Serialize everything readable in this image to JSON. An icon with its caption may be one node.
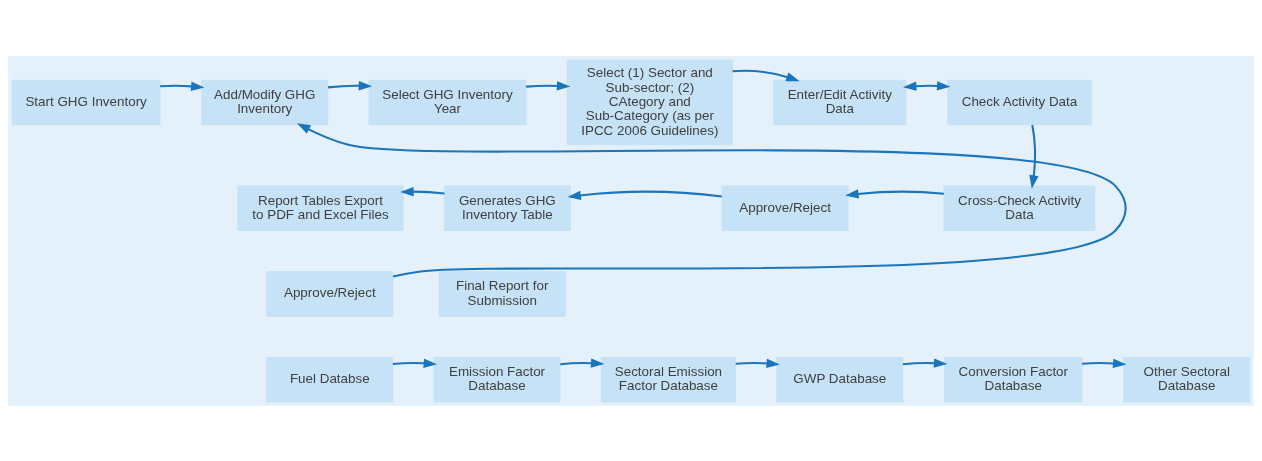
{
  "diagram": {
    "nodes": [
      {
        "text": [
          "Start GHG Inventory"
        ]
      },
      {
        "text": [
          "Add/Modify GHG Inventory"
        ]
      },
      {
        "text": [
          "Select GHG Inventory Year"
        ]
      },
      {
        "text": [
          "Select (1) Sector and Sub-sector; (2) CAtegory and Sub-Category (as per IPCC 2006 Guidelines)"
        ]
      },
      {
        "text": [
          "Enter/Edit Activity Data"
        ]
      },
      {
        "text": [
          "Check Activity Data"
        ]
      },
      {
        "text": [
          "Report Tables Export to PDF and Excel Files"
        ]
      },
      {
        "text": [
          "Generates GHG Inventory Table"
        ]
      },
      {
        "text": [
          "Approve/Reject"
        ]
      },
      {
        "text": [
          "Cross-Check Activity Data"
        ]
      },
      {
        "text": [
          "Approve/Reject"
        ]
      },
      {
        "text": [
          "Final Report for Submission"
        ]
      },
      {
        "text": [
          "Fuel Databse"
        ]
      },
      {
        "text": [
          "Emission Factor Database"
        ]
      },
      {
        "text": [
          "Sectoral Emission Factor Database"
        ]
      },
      {
        "text": [
          "GWP Database"
        ]
      },
      {
        "text": [
          "Conversion Factor Database"
        ]
      },
      {
        "text": [
          "Other Sectoral Database"
        ]
      }
    ],
    "edges": [
      {
        "from": 0,
        "to": 1,
        "arrow": "to"
      },
      {
        "from": 1,
        "to": 2,
        "arrow": "to"
      },
      {
        "from": 2,
        "to": 3,
        "arrow": "to"
      },
      {
        "from": 3,
        "to": 4,
        "arrow": "to"
      },
      {
        "from": 4,
        "to": 5,
        "arrow": "both"
      },
      {
        "from": 5,
        "to": 9,
        "arrow": "to"
      },
      {
        "from": 9,
        "to": 8,
        "arrow": "to"
      },
      {
        "from": 8,
        "to": 7,
        "arrow": "to"
      },
      {
        "from": 7,
        "to": 6,
        "arrow": "to"
      },
      {
        "from": 10,
        "to": 1,
        "arrow": "to"
      },
      {
        "from": 12,
        "to": 13,
        "arrow": "to"
      },
      {
        "from": 13,
        "to": 14,
        "arrow": "to"
      },
      {
        "from": 14,
        "to": 15,
        "arrow": "to"
      },
      {
        "from": 15,
        "to": 16,
        "arrow": "to"
      },
      {
        "from": 16,
        "to": 17,
        "arrow": "to"
      }
    ]
  }
}
